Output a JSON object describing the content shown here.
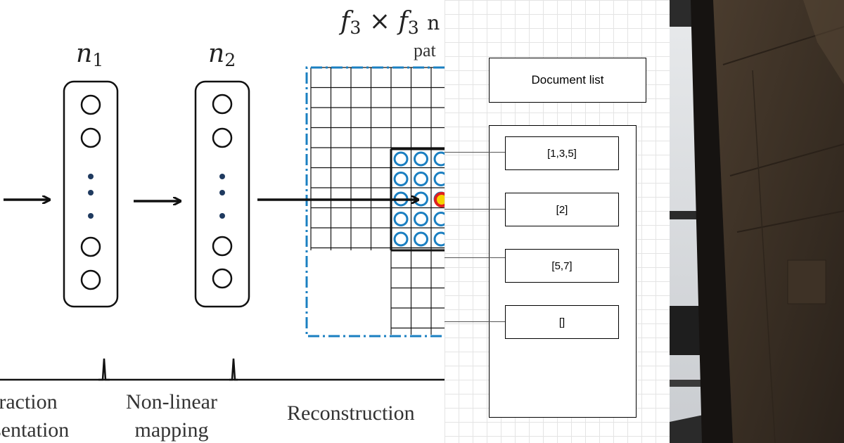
{
  "network": {
    "layer1_label": "n",
    "layer1_sub": "1",
    "layer2_label": "n",
    "layer2_sub": "2",
    "patch_label_prefix": "f",
    "patch_label_sub": "3",
    "patch_times": "×",
    "patch_label_rest": "n",
    "patch_label_line2": "pat",
    "stages": [
      {
        "line1": "traction",
        "line2": "sentation"
      },
      {
        "line1": "Non-linear",
        "line2": "mapping"
      },
      {
        "line1": "Reconstruction",
        "line2": ""
      }
    ],
    "colors": {
      "stroke": "#111111",
      "dot": "#1f3a5f",
      "accent_blue": "#1a7fc1",
      "accent_red": "#e02020",
      "accent_yellow": "#f5d400"
    }
  },
  "document_list": {
    "header": "Document list",
    "entries": [
      "[1,3,5]",
      "[2]",
      "[5,7]",
      "[]"
    ]
  },
  "photo": {
    "description_icon": "concrete-column-photo"
  }
}
